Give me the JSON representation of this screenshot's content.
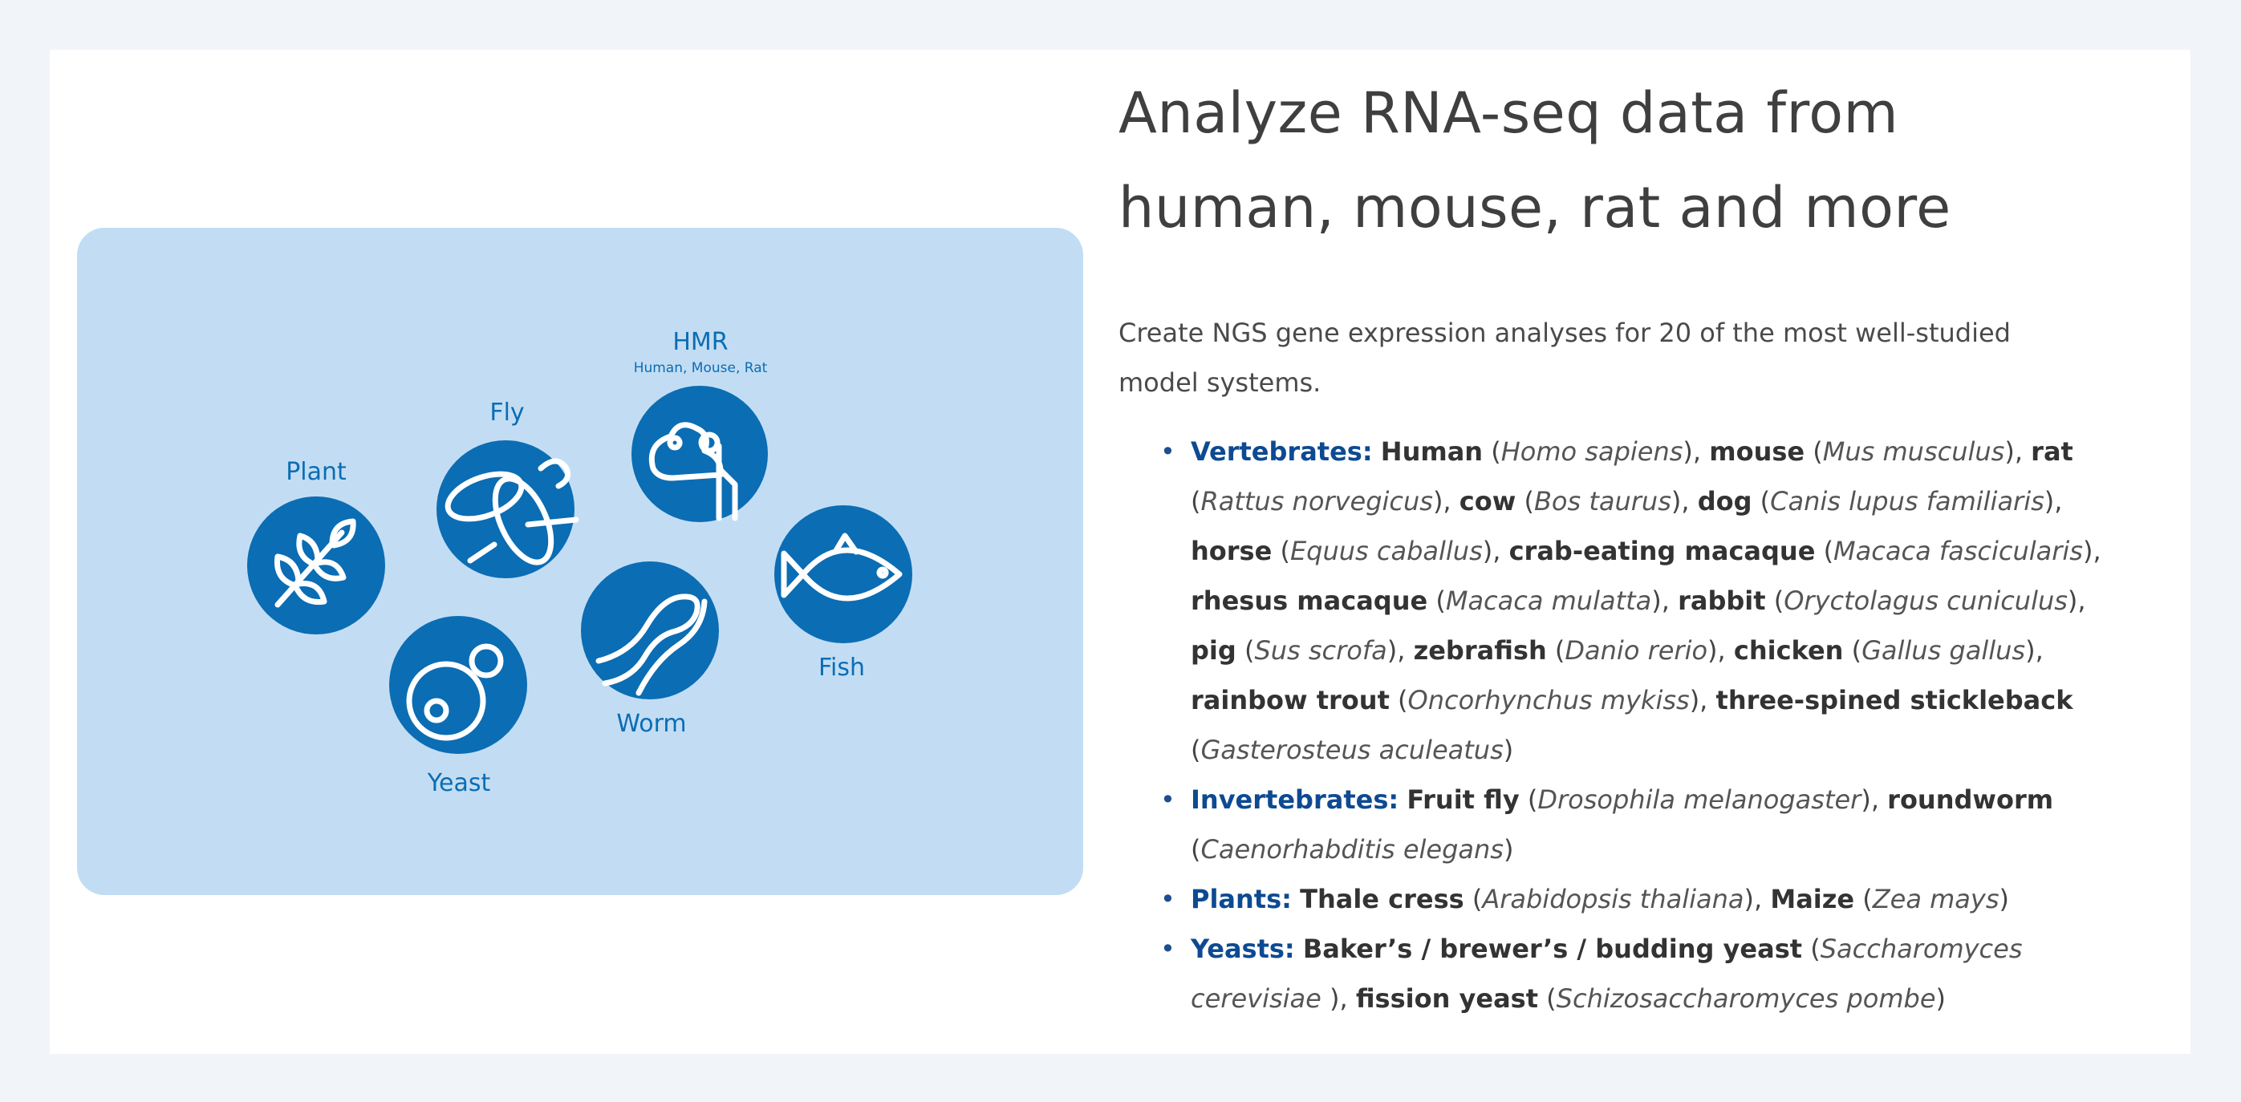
{
  "heading": {
    "line1": "Analyze RNA-seq data from",
    "line2": "human, mouse, rat and more"
  },
  "intro": {
    "line1": "Create NGS gene expression analyses for 20 of the most well-studied",
    "line2": "model systems."
  },
  "illustration": {
    "labels": {
      "hmr": "HMR",
      "hmr_sub": "Human, Mouse, Rat",
      "fly": "Fly",
      "plant": "Plant",
      "fish": "Fish",
      "worm": "Worm",
      "yeast": "Yeast"
    },
    "icons": [
      "hmr-icon",
      "fly-icon",
      "plant-icon",
      "fish-icon",
      "worm-icon",
      "yeast-icon"
    ],
    "colors": {
      "background": "#c2ddf3",
      "circle": "#0b6db4",
      "glyph": "#ffffff"
    }
  },
  "bullet": "•",
  "sep": ", ",
  "open": " (",
  "close": ")",
  "species": {
    "vertebrates": {
      "label": "Vertebrates:",
      "items": [
        [
          "Human",
          "Homo sapiens"
        ],
        [
          "mouse",
          "Mus musculus"
        ],
        [
          "rat",
          "Rattus norvegicus"
        ],
        [
          "cow",
          "Bos taurus"
        ],
        [
          "dog",
          "Canis lupus familiaris"
        ],
        [
          "horse",
          "Equus caballus"
        ],
        [
          "crab-eating macaque",
          "Macaca fascicularis"
        ],
        [
          "rhesus macaque",
          "Macaca mulatta"
        ],
        [
          "rabbit",
          "Oryctolagus cuniculus"
        ],
        [
          "pig",
          "Sus scrofa"
        ],
        [
          "zebrafish",
          "Danio rerio"
        ],
        [
          "chicken",
          "Gallus gallus"
        ],
        [
          "rainbow trout",
          "Oncorhynchus mykiss"
        ],
        [
          "three-spined stickleback",
          "Gasterosteus aculeatus"
        ]
      ]
    },
    "invertebrates": {
      "label": "Invertebrates:",
      "items": [
        [
          "Fruit fly",
          "Drosophila melanogaster"
        ],
        [
          "roundworm",
          "Caenorhabditis elegans"
        ]
      ]
    },
    "plants": {
      "label": "Plants:",
      "items": [
        [
          "Thale cress",
          "Arabidopsis thaliana"
        ],
        [
          "Maize",
          "Zea mays"
        ]
      ]
    },
    "yeasts": {
      "label": "Yeasts:",
      "items": [
        [
          "Baker’s / brewer’s / budding yeast",
          "Saccharomyces cerevisiae"
        ],
        [
          "fission yeast",
          "Schizosaccharomyces pombe"
        ]
      ]
    }
  },
  "colors": {
    "page_background": "#f1f5f9",
    "panel": "#ffffff",
    "category": "#0d4a92",
    "heading": "#3f3f3f"
  }
}
